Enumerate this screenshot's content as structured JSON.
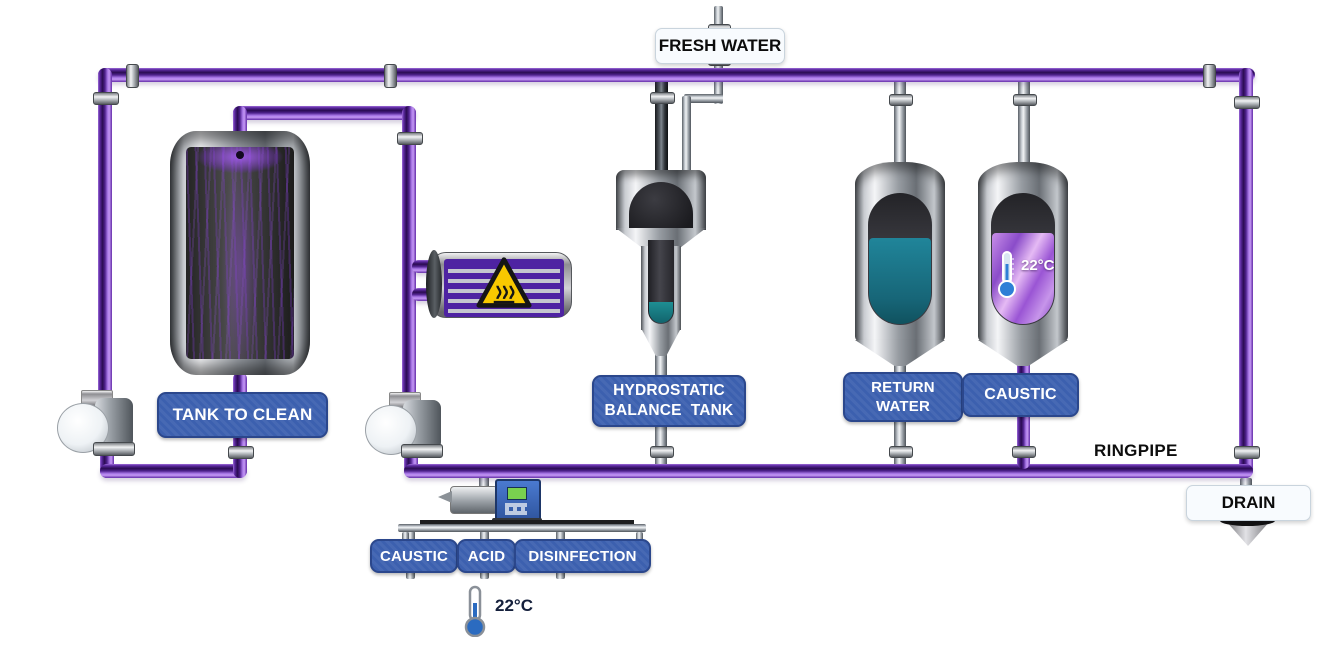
{
  "diagram": {
    "title": "CIP cleaning circuit diagram",
    "labels": {
      "fresh_water": "FRESH WATER",
      "tank_to_clean": "TANK TO CLEAN",
      "hydrostatic_line1": "HYDROSTATIC",
      "hydrostatic_line2": "BALANCE  TANK",
      "return_line1": "RETURN",
      "return_line2": "WATER",
      "caustic_tank": "CAUSTIC",
      "ringpipe": "RINGPIPE",
      "drain": "DRAIN",
      "dosing_caustic": "CAUSTIC",
      "dosing_acid": "ACID",
      "dosing_disinfection": "DISINFECTION"
    },
    "readings": {
      "caustic_tank_temp": "22°C",
      "dosing_line_temp": "22°C"
    },
    "icons": {
      "hot_surface_warning": "yellow triangle with heat waves",
      "caustic_tank_thermometer": "thermometer-icon",
      "dosing_thermometer": "thermometer-icon",
      "drain_funnel": "funnel"
    },
    "colors": {
      "pipe_purple": "#7b3fc4",
      "label_blue": "#3c60af",
      "label_white_bg": "#f8fbfe",
      "liquid_teal": "#1d7c8c",
      "liquid_purple": "#a864dc",
      "warning_yellow": "#f8c800"
    }
  }
}
